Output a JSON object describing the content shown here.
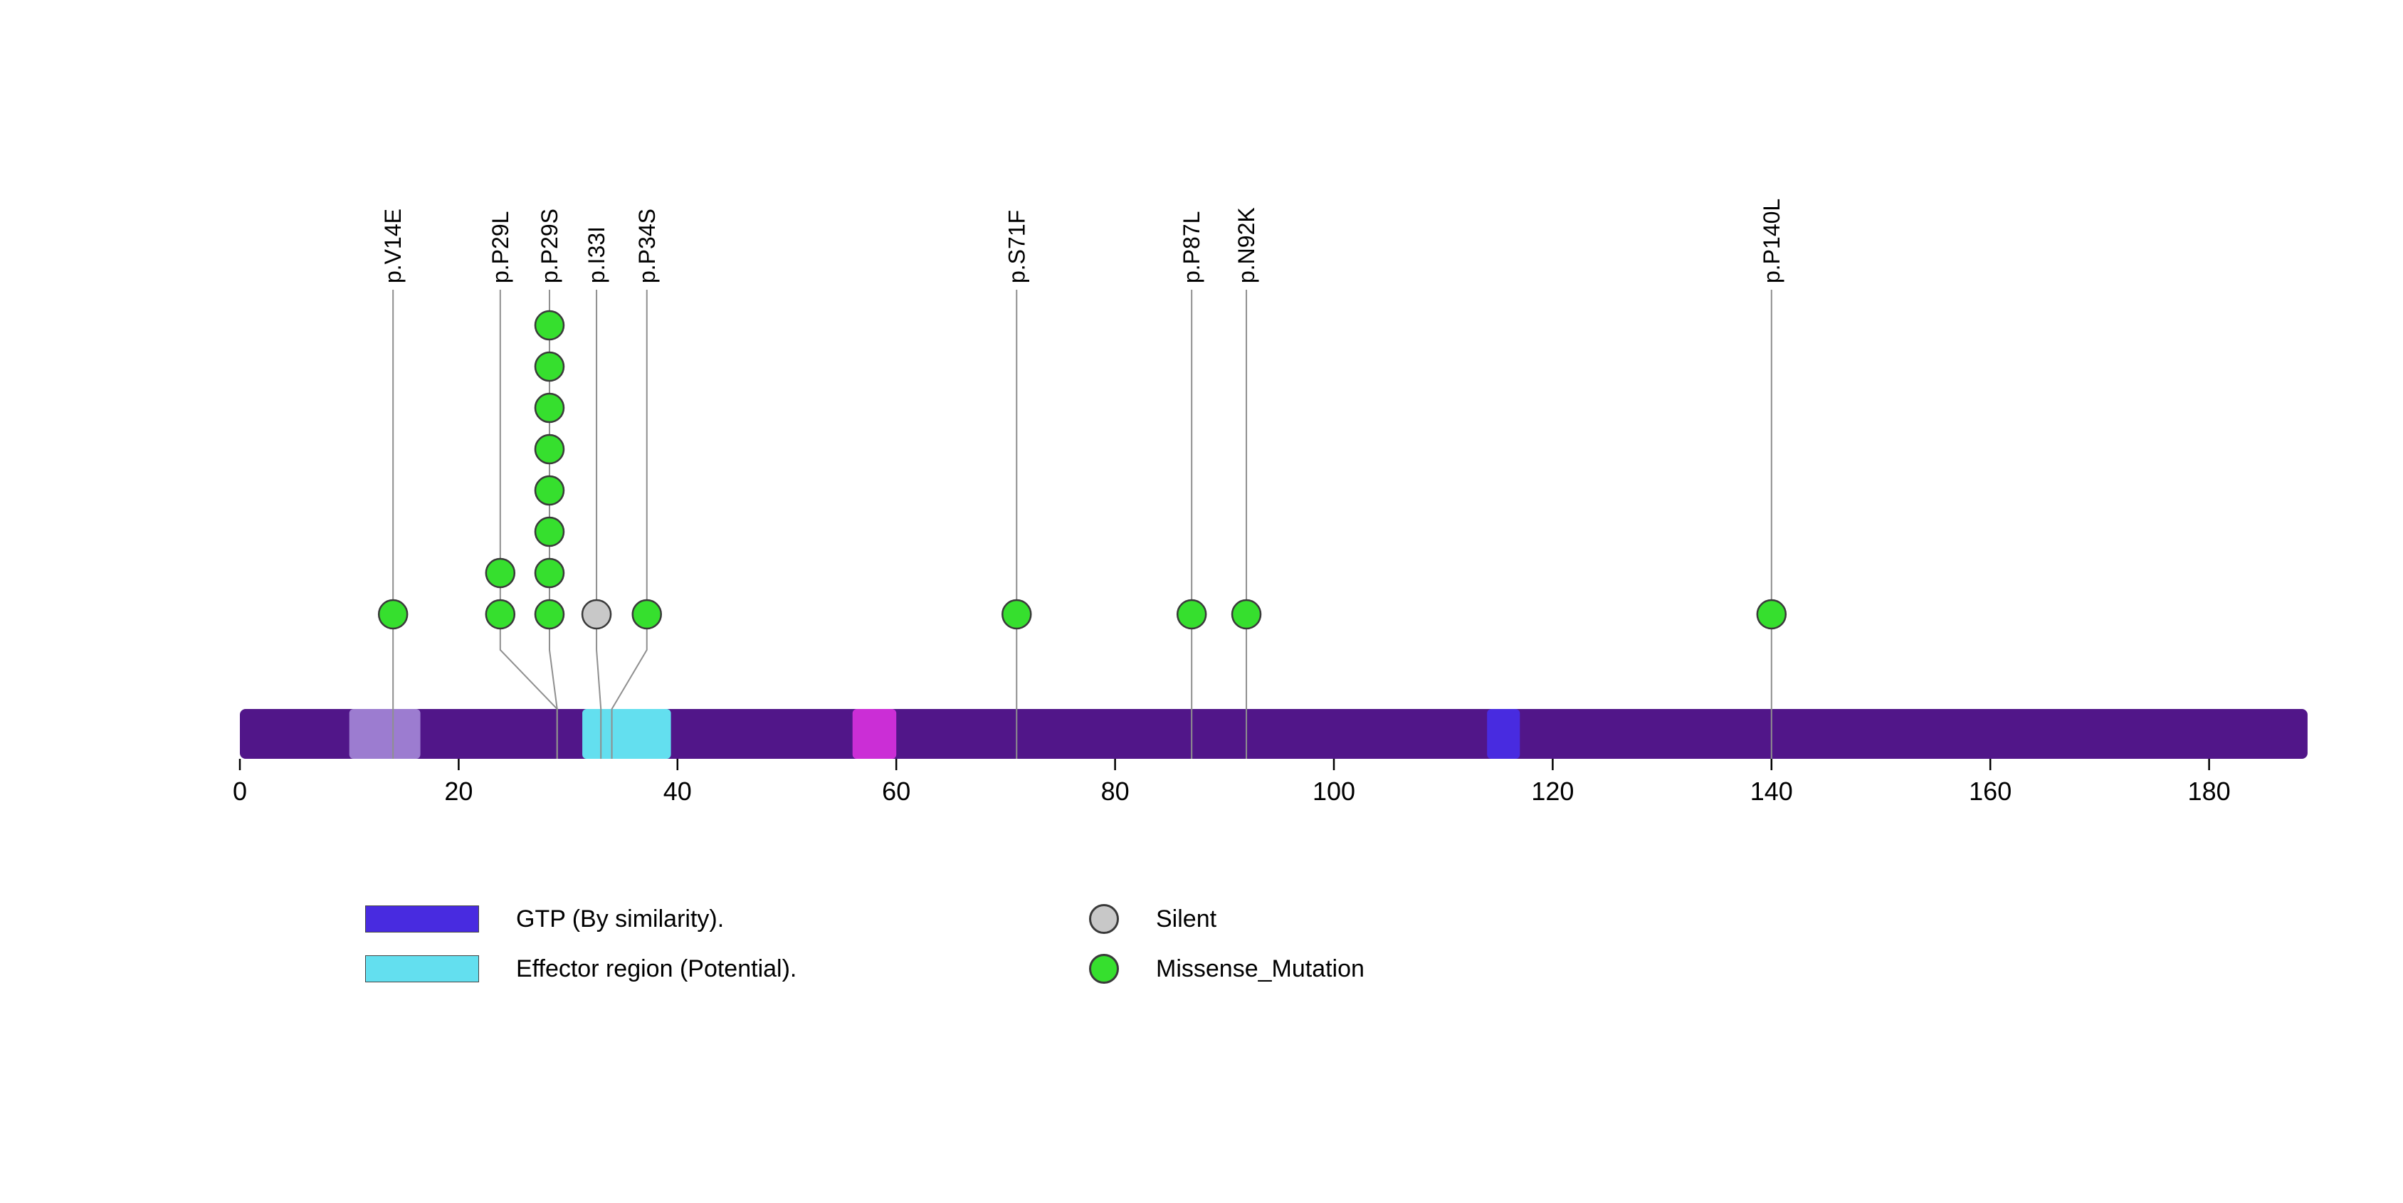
{
  "chart_data": {
    "type": "lollipop",
    "title": "",
    "xlabel": "",
    "ylabel": "",
    "xlim": [
      0,
      189
    ],
    "x_ticks": [
      0,
      20,
      40,
      60,
      80,
      100,
      120,
      140,
      160,
      180
    ],
    "protein_bar_color": "#511689",
    "stem_color": "#8f8f8f",
    "axis_color": "#000000",
    "mutation_type_colors": {
      "Missense_Mutation": "#36DF2E",
      "Silent": "#C8C8C8"
    },
    "domains": [
      {
        "name": "",
        "start": 10,
        "end": 16.5,
        "color": "#9C7CD0"
      },
      {
        "name": "Effector region (Potential).",
        "start": 31.3,
        "end": 39.4,
        "color": "#63DFEF"
      },
      {
        "name": "",
        "start": 56,
        "end": 60,
        "color": "#CB2ED6"
      },
      {
        "name": "GTP (By similarity).",
        "start": 114,
        "end": 117,
        "color": "#482BE0"
      }
    ],
    "mutations": [
      {
        "label": "p.V14E",
        "position": 14,
        "label_position": 14,
        "count": 1,
        "type": "Missense_Mutation"
      },
      {
        "label": "p.P29L",
        "position": 29,
        "label_position": 23.8,
        "count": 2,
        "type": "Missense_Mutation"
      },
      {
        "label": "p.P29S",
        "position": 29,
        "label_position": 28.3,
        "count": 8,
        "type": "Missense_Mutation"
      },
      {
        "label": "p.I33I",
        "position": 33,
        "label_position": 32.6,
        "count": 1,
        "type": "Silent"
      },
      {
        "label": "p.P34S",
        "position": 34,
        "label_position": 37.2,
        "count": 1,
        "type": "Missense_Mutation"
      },
      {
        "label": "p.S71F",
        "position": 71,
        "label_position": 71,
        "count": 1,
        "type": "Missense_Mutation"
      },
      {
        "label": "p.P87L",
        "position": 87,
        "label_position": 87,
        "count": 1,
        "type": "Missense_Mutation"
      },
      {
        "label": "p.N92K",
        "position": 92,
        "label_position": 92,
        "count": 1,
        "type": "Missense_Mutation"
      },
      {
        "label": "p.P140L",
        "position": 140,
        "label_position": 140,
        "count": 1,
        "type": "Missense_Mutation"
      }
    ],
    "legend": {
      "domain_items": [
        {
          "label": "GTP (By similarity).",
          "color": "#482BE0"
        },
        {
          "label": "Effector region (Potential).",
          "color": "#63DFEF"
        }
      ],
      "mutation_items": [
        {
          "label": "Silent",
          "color": "#C8C8C8"
        },
        {
          "label": "Missense_Mutation",
          "color": "#36DF2E"
        }
      ]
    }
  }
}
